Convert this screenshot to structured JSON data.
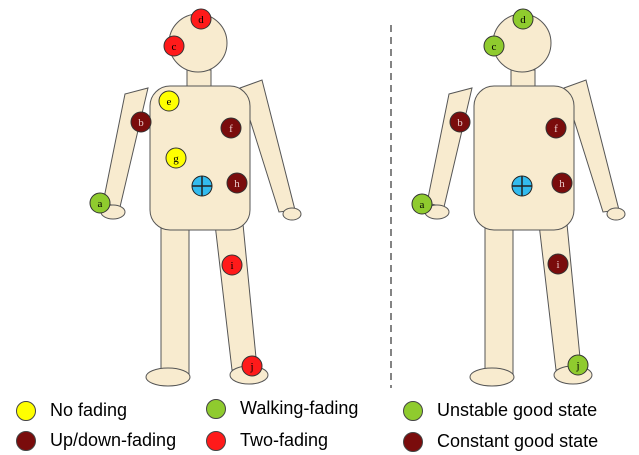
{
  "colors": {
    "no_fading": "#ffff00",
    "walking_fading": "#8fcb2e",
    "up_down_fading": "#7a0c0c",
    "two_fading": "#ff1a1a",
    "unstable_good": "#8fcb2e",
    "constant_good": "#7a0c0c",
    "body_fill": "#f8ebcf",
    "body_stroke": "#555555",
    "center_marker": "#33bbee"
  },
  "left_figure": {
    "markers": {
      "a": {
        "label": "a",
        "state": "walking_fading"
      },
      "b": {
        "label": "b",
        "state": "up_down_fading"
      },
      "c": {
        "label": "c",
        "state": "two_fading"
      },
      "d": {
        "label": "d",
        "state": "two_fading"
      },
      "e": {
        "label": "e",
        "state": "no_fading"
      },
      "f": {
        "label": "f",
        "state": "up_down_fading"
      },
      "g": {
        "label": "g",
        "state": "no_fading"
      },
      "h": {
        "label": "h",
        "state": "up_down_fading"
      },
      "i": {
        "label": "i",
        "state": "two_fading"
      },
      "j": {
        "label": "j",
        "state": "two_fading"
      }
    }
  },
  "right_figure": {
    "markers": {
      "a": {
        "label": "a",
        "state": "unstable_good"
      },
      "b": {
        "label": "b",
        "state": "constant_good"
      },
      "c": {
        "label": "c",
        "state": "unstable_good"
      },
      "d": {
        "label": "d",
        "state": "unstable_good"
      },
      "f": {
        "label": "f",
        "state": "constant_good"
      },
      "h": {
        "label": "h",
        "state": "constant_good"
      },
      "i": {
        "label": "i",
        "state": "constant_good"
      },
      "j": {
        "label": "j",
        "state": "unstable_good"
      }
    }
  },
  "legend": {
    "no_fading": "No fading",
    "up_down_fading": "Up/down-fading",
    "walking_fading": "Walking-fading",
    "two_fading": "Two-fading",
    "unstable_good": "Unstable good state",
    "constant_good": "Constant good state"
  }
}
